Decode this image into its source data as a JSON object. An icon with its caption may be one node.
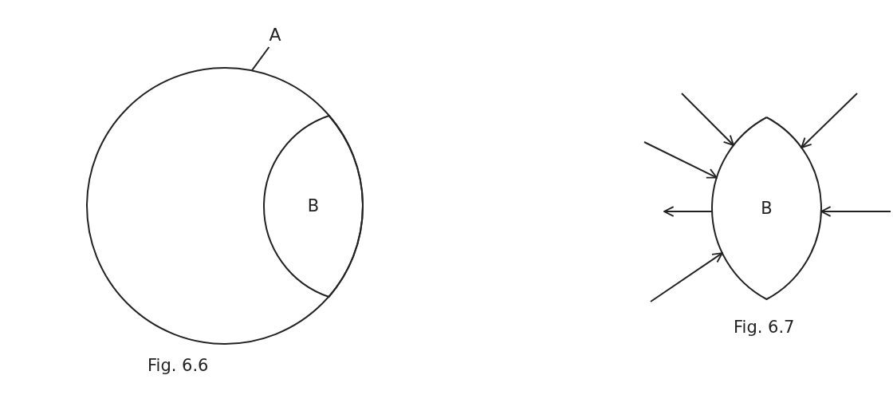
{
  "diagram": {
    "nodes": [
      {
        "text": [
          "A"
        ]
      },
      {
        "text": [],
        "shape": "circle"
      },
      {
        "text": [
          "B"
        ],
        "in": 1
      },
      {
        "text": [
          "B"
        ]
      }
    ],
    "edges": [
      {
        "from": 0,
        "to": 1,
        "arrow": "none"
      },
      {
        "from": null,
        "to": 3,
        "arrow": "to"
      },
      {
        "from": null,
        "to": 3,
        "arrow": "to"
      },
      {
        "from": null,
        "to": 3,
        "arrow": "to"
      },
      {
        "from": null,
        "to": 3,
        "arrow": "to"
      },
      {
        "from": null,
        "to": 3,
        "arrow": "to"
      },
      {
        "from": 3,
        "to": null,
        "arrow": "to"
      }
    ],
    "labels": [
      "Fig. 6.6",
      "Fig. 6.7"
    ]
  }
}
